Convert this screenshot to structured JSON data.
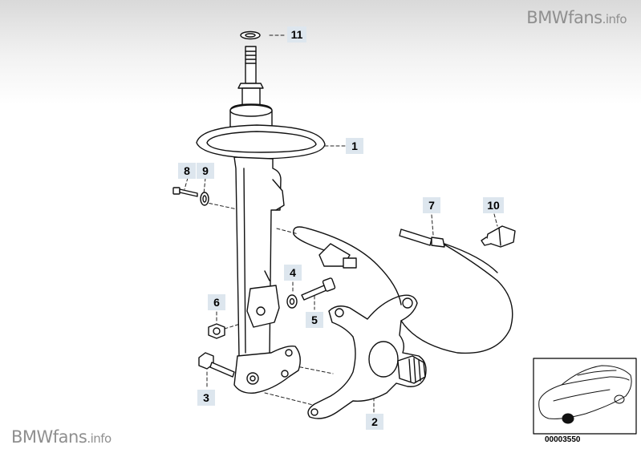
{
  "watermark": {
    "brand": "BMWfans",
    "suffix": ".info"
  },
  "callouts": [
    {
      "id": "callout-1",
      "label": "1"
    },
    {
      "id": "callout-2",
      "label": "2"
    },
    {
      "id": "callout-3",
      "label": "3"
    },
    {
      "id": "callout-4",
      "label": "4"
    },
    {
      "id": "callout-5",
      "label": "5"
    },
    {
      "id": "callout-6",
      "label": "6"
    },
    {
      "id": "callout-7",
      "label": "7"
    },
    {
      "id": "callout-8",
      "label": "8"
    },
    {
      "id": "callout-9",
      "label": "9"
    },
    {
      "id": "callout-10",
      "label": "10"
    },
    {
      "id": "callout-11",
      "label": "11"
    }
  ],
  "reference_number": "00003550"
}
